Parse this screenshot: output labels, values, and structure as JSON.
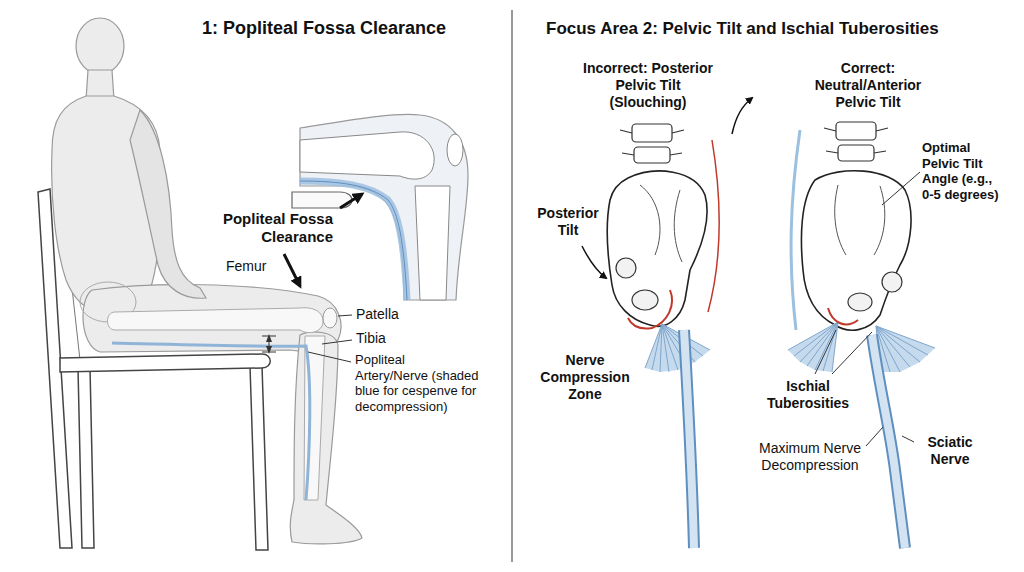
{
  "diagram": {
    "labels": [
      "1: Popliteal Fossa Clearance",
      "Focus Area 2: Pelvic Tilt and Ischial Tuberosities",
      "Incorrect: Posterior Pelvic Tilt (Slouching)",
      "Correct: Neutral/Anterior Pelvic Tilt",
      "Popliteal Fossa Clearance",
      "Femur",
      "Patella",
      "Tibia",
      "Popliteal Artery/Nerve (shaded blue for cespenve for decompression)",
      "Posterior Tilt",
      "Nerve Compression Zone",
      "Optimal Pelvic Tilt Angle (e.g., 0-5 degrees)",
      "Ischial Tuberosities",
      "Maximum Nerve Decompression",
      "Sciatic Nerve"
    ]
  }
}
